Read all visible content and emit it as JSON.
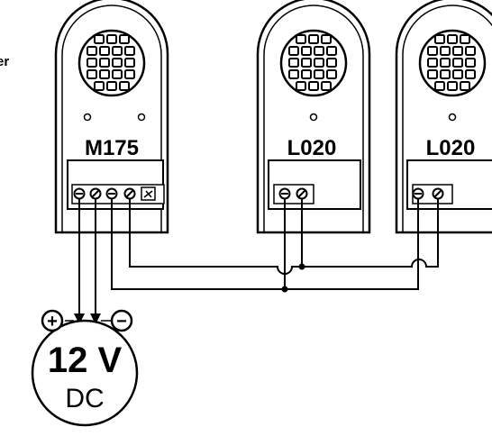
{
  "page_edge_text": "er",
  "units": [
    {
      "id": "master",
      "model": "M175"
    },
    {
      "id": "slave-1",
      "model": "L020"
    },
    {
      "id": "slave-2",
      "model": "L020"
    }
  ],
  "power_supply": {
    "voltage": "12 V",
    "type": "DC",
    "plus_symbol": "+",
    "minus_symbol": "−"
  },
  "colors": {
    "line": "#000000",
    "background": "#ffffff"
  }
}
